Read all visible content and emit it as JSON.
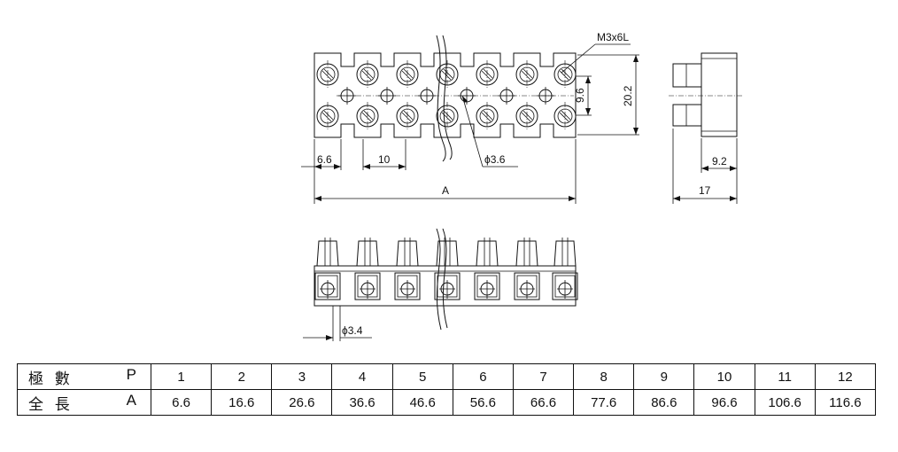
{
  "drawing": {
    "labels": {
      "screw_spec": "M3x6L",
      "pitch_end": "6.6",
      "pitch": "10",
      "hole_dia": "ϕ3.6",
      "length": "A",
      "screw_spacing": "9.6",
      "height": "20.2",
      "side_depth": "9.2",
      "side_width": "17",
      "entry_dia": "ϕ3.4"
    }
  },
  "table": {
    "row_poles": {
      "label": "極 數",
      "symbol": "P",
      "values": [
        "1",
        "2",
        "3",
        "4",
        "5",
        "6",
        "7",
        "8",
        "9",
        "10",
        "11",
        "12"
      ]
    },
    "row_length": {
      "label": "全 長",
      "symbol": "A",
      "values": [
        "6.6",
        "16.6",
        "26.6",
        "36.6",
        "46.6",
        "56.6",
        "66.6",
        "77.6",
        "86.6",
        "96.6",
        "106.6",
        "116.6"
      ]
    }
  }
}
